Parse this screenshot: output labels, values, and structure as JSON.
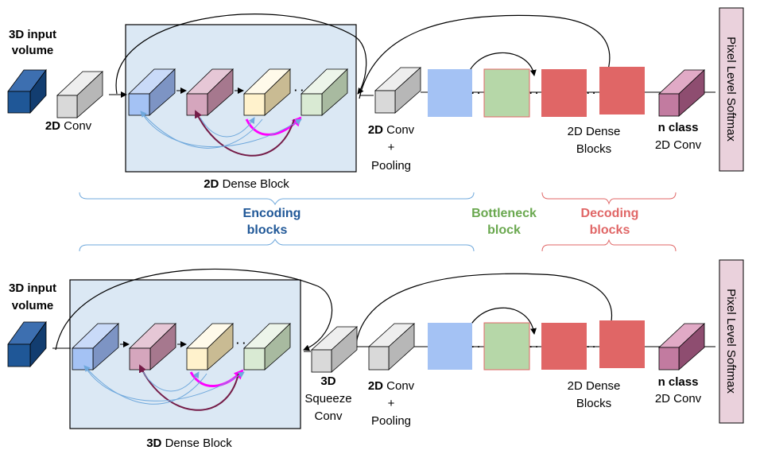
{
  "colors": {
    "input_dark": "#1f5797",
    "conv_gray": "#d9d9d9",
    "dense_blue": "#a4c2f4",
    "dense_pink": "#d5a6bd",
    "dense_yellow": "#fff2cc",
    "dense_green": "#d9ead3",
    "bottleneck_green": "#b6d7a8",
    "decode_red": "#e06666",
    "nclass_purple": "#c27ba0",
    "softmax_bg": "#ead1dc",
    "block_bg": "#dbe8f4",
    "magenta_arrow": "#ff00ff",
    "maroon_arrow": "#741b47",
    "blue_arrow": "#6fa8dc",
    "encoding_text": "#1f5797",
    "bottleneck_text": "#6aa84f",
    "decoding_text": "#e06666"
  },
  "top": {
    "input_label_line1": "3D input",
    "input_label_line2": "volume",
    "conv_bold": "2D",
    "conv_rest": " Conv",
    "dense_block_bold": "2D",
    "dense_block_rest": " Dense Block",
    "pool_bold": "2D",
    "pool_rest": " Conv",
    "pool_plus": "+",
    "pool_pooling": "Pooling",
    "dense_blocks_line1": "2D Dense",
    "dense_blocks_line2": "Blocks",
    "nclass_bold": "n class",
    "nclass_line2": "2D Conv",
    "softmax": "Pixel Level Softmax",
    "ellipsis": "· ·"
  },
  "legend": {
    "encoding_line1": "Encoding",
    "encoding_line2": "blocks",
    "bottleneck_line1": "Bottleneck",
    "bottleneck_line2": "block",
    "decoding_line1": "Decoding",
    "decoding_line2": "blocks"
  },
  "bottom": {
    "input_label_line1": "3D input",
    "input_label_line2": "volume",
    "dense_block_bold": "3D",
    "dense_block_rest": " Dense Block",
    "squeeze_bold": "3D",
    "squeeze_line2": "Squeeze",
    "squeeze_line3": "Conv",
    "pool_bold": "2D",
    "pool_rest": " Conv",
    "pool_plus": "+",
    "pool_pooling": "Pooling",
    "dense_blocks_line1": "2D Dense",
    "dense_blocks_line2": "Blocks",
    "nclass_bold": "n class",
    "nclass_line2": "2D Conv",
    "softmax": "Pixel Level Softmax",
    "ellipsis": "· ·"
  }
}
